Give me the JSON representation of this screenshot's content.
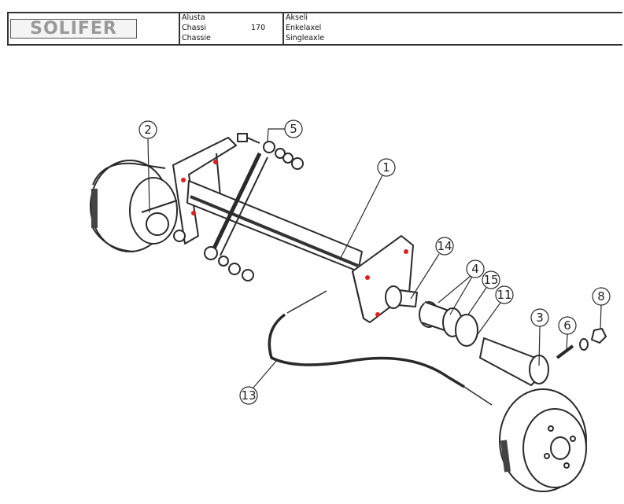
{
  "header": {
    "logo": "SOLIFER",
    "category": {
      "finnish": "Alusta",
      "swedish": "Chassi",
      "english": "Chassie",
      "number": "170"
    },
    "part": {
      "finnish": "Akseli",
      "swedish": "Enkelaxel",
      "english": "Singleaxle"
    }
  },
  "diagram": {
    "title": "Single axle exploded view",
    "callouts": [
      {
        "id": "1",
        "label": "1",
        "part": "axle-beam"
      },
      {
        "id": "2",
        "label": "2",
        "part": "left-brake-drum-stub"
      },
      {
        "id": "3",
        "label": "3",
        "part": "stub-axle"
      },
      {
        "id": "4",
        "label": "4",
        "part": "bearing"
      },
      {
        "id": "5",
        "label": "5",
        "part": "mounting-bolt-set"
      },
      {
        "id": "6",
        "label": "6",
        "part": "split-pin"
      },
      {
        "id": "8",
        "label": "8",
        "part": "nut"
      },
      {
        "id": "11",
        "label": "11",
        "part": "seal"
      },
      {
        "id": "13",
        "label": "13",
        "part": "brake-cable"
      },
      {
        "id": "14",
        "label": "14",
        "part": "spline-shaft"
      },
      {
        "id": "15",
        "label": "15",
        "part": "bearing-ring"
      }
    ],
    "marker_color": "#e0201c",
    "line_color": "#2a2a2a"
  }
}
